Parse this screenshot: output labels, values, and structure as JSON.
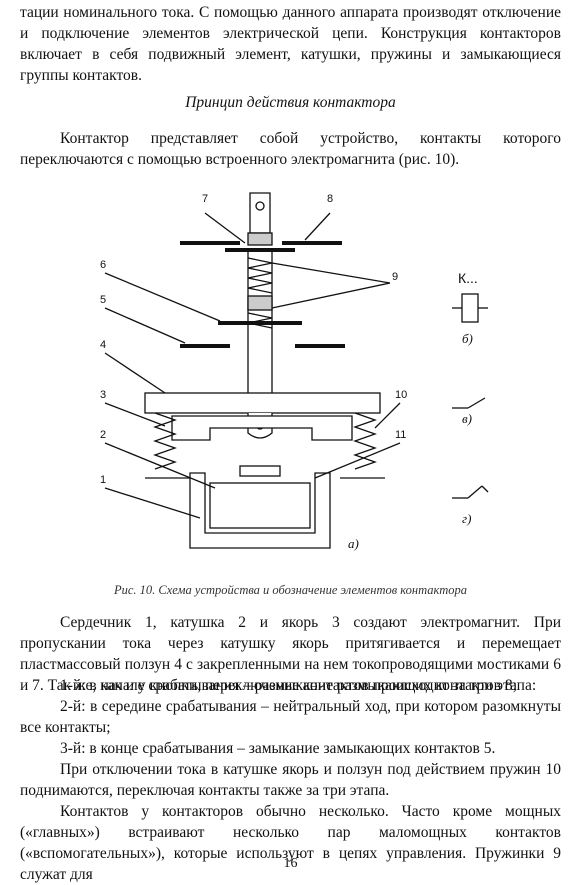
{
  "top_paragraph": "тации номинального тока. С помощью данного аппарата производят отключение и подключение элементов электрической цепи. Конструкция контакторов включает в себя подвижный элемент, катушки, пружины и замыкающиеся группы контактов.",
  "section_title": "Принцип действия контактора",
  "intro_paragraph": "Контактор представляет собой устройство, контакты которого переключаются с помощью встроенного электромагнита (рис. 10).",
  "figure": {
    "numbers": [
      "1",
      "2",
      "3",
      "4",
      "5",
      "6",
      "7",
      "8",
      "9",
      "10",
      "11"
    ],
    "symbol_label": "К...",
    "sub_a": "а)",
    "sub_b": "б)",
    "sub_v": "в)",
    "sub_g": "г)"
  },
  "caption": "Рис. 10. Схема устройства и обозначение элементов контактора",
  "body": {
    "p1": "Сердечник 1, катушка 2 и якорь 3 создают электромагнит. При пропускании тока через катушку якорь притягивается и перемещает пластмассовый ползун 4 с закрепленными на нем токопроводящими мостиками 6 и 7. Так же, как и у кнопки, переключение контактов происходит за три этапа:",
    "s1": "1-й: в начале срабатывания – размыкание размыкающих контактов 8;",
    "s2": "2-й: в середине срабатывания – нейтральный ход, при котором разомкнуты все контакты;",
    "s3": "3-й: в конце срабатывания – замыкание замыкающих контактов 5.",
    "p2": "При отключении тока в катушке якорь и ползун под действием пружин 10 поднимаются, переключая контакты также за три этапа.",
    "p3": "Контактов у контакторов обычно несколько. Часто кроме мощных («главных») встраивают несколько пар маломощных контактов («вспомогательных»), которые используют в цепях управления. Пружинки 9 служат для"
  },
  "page_number": "16"
}
